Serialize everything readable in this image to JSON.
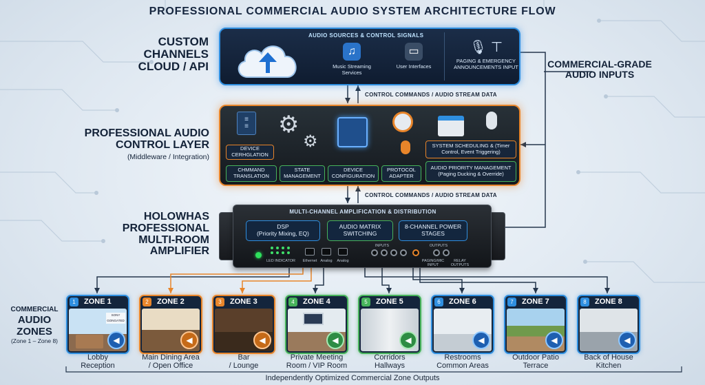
{
  "title": "PROFESSIONAL COMMERCIAL AUDIO SYSTEM ARCHITECTURE FLOW",
  "left_labels": {
    "cloud": [
      "CUSTOM",
      "CHANNELS",
      "CLOUD / API"
    ],
    "control": {
      "line1": "PROFESSIONAL AUDIO",
      "line2": "CONTROL LAYER",
      "sub": "(Middleware / Integration)"
    },
    "amp": [
      "HOLOWHAS",
      "PROFESSIONAL",
      "MULTI-ROOM",
      "AMPLIFIER"
    ],
    "zones": {
      "l1": "COMMERCIAL",
      "l2": "AUDIO",
      "l3": "ZONES",
      "sub": "(Zone 1 – Zone 8)"
    }
  },
  "right_label": [
    "COMMERCIAL-GRADE",
    "AUDIO INPUTS"
  ],
  "sources": {
    "header": "AUDIO SOURCES & CONTROL SIGNALS",
    "music": "Music Streaming Services",
    "ui": "User Interfaces",
    "paging": "PAGING & EMERGENCY ANNOUNCEMENTS INPUT"
  },
  "flow_labels": {
    "top": "CONTROL COMMANDS / AUDIO STREAM DATA",
    "bottom": "CONTROL COMMANDS / AUDIO STREAM DATA"
  },
  "control_layer": {
    "device_config_top": "DEVICE CERHGLATION",
    "command": "CHMMAND TRANSLATION",
    "state": "STATE MANAGEMENT",
    "device_config": "DEVICE CONFIGURATION",
    "protocol": "PROTOCOL ADAPTER",
    "scheduling": "SYSTEM SCHEDULING & (Timer Control, Event Triggering)",
    "priority_title": "AUDIO PRIORITY MANAGEMENT",
    "priority_sub": "(Paging Ducking & Override)"
  },
  "amplifier": {
    "header": "MULTI-CHANNEL AMPLIFICATION & DISTRIBUTION",
    "dsp_title": "DSP",
    "dsp_sub": "(Priority Mixing, EQ)",
    "matrix": "AUDIO MATRIX SWITCHING",
    "power": "8-CHANNEL POWER STAGES",
    "led": "LED INDICATOR",
    "ethernet": "Ethernet",
    "analog1": "Analog",
    "analog2": "Analog",
    "inputs": "INPUTS",
    "outputs": "OUTPUTS",
    "paging_input": "PAGING/MIC INPUT",
    "relay": "RELAY OUTPUTS"
  },
  "zones": [
    {
      "num": "1",
      "name": "ZONE 1",
      "caption1": "Lobby",
      "caption2": "Reception",
      "accent": "blue"
    },
    {
      "num": "2",
      "name": "ZONE 2",
      "caption1": "Main Dining Area",
      "caption2": "/ Open Office",
      "accent": "orange"
    },
    {
      "num": "3",
      "name": "ZONE 3",
      "caption1": "Bar",
      "caption2": "/ Lounge",
      "accent": "orange"
    },
    {
      "num": "4",
      "name": "ZONE 4",
      "caption1": "Private Meeting",
      "caption2": "Room / VIP Room",
      "accent": "green"
    },
    {
      "num": "5",
      "name": "ZONE 5",
      "caption1": "Corridors",
      "caption2": "Hallways",
      "accent": "green"
    },
    {
      "num": "6",
      "name": "ZONE 6",
      "caption1": "Restrooms",
      "caption2": "Common Areas",
      "accent": "blue"
    },
    {
      "num": "7",
      "name": "ZONE 7",
      "caption1": "Outdoor Patio",
      "caption2": "Terrace",
      "accent": "blue"
    },
    {
      "num": "8",
      "name": "ZONE 8",
      "caption1": "Back of House",
      "caption2": "Kitchen",
      "accent": "blue"
    }
  ],
  "lobby_sign": "SONY GONGATED",
  "footer": "Independently Optimized Commercial Zone Outputs",
  "colors": {
    "blue": "#2f8fe0",
    "orange": "#e8852a",
    "green": "#47b35b",
    "panel": "#15233a"
  }
}
